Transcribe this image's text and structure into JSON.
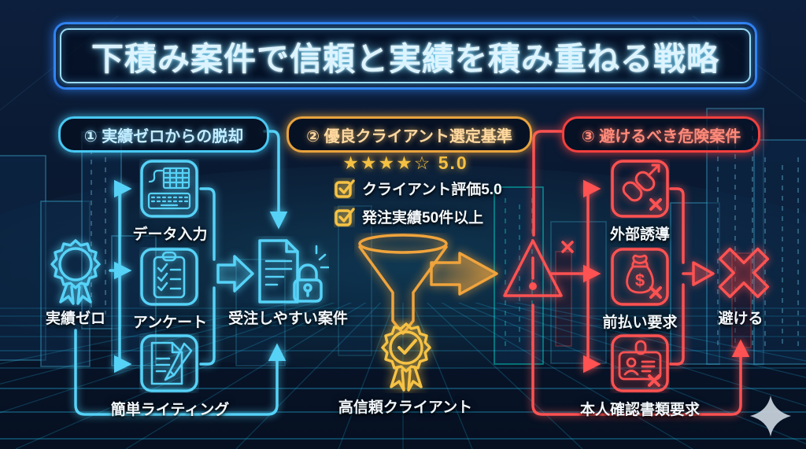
{
  "title": "下積み案件で信頼と実績を積み重ねる戦略",
  "sections": {
    "s1": {
      "label": "① 実績ゼロからの脱却"
    },
    "s2": {
      "label": "② 優良クライアント選定基準"
    },
    "s3": {
      "label": "③ 避けるべき危険案件"
    }
  },
  "left": {
    "start_label": "実績ゼロ",
    "steps": [
      {
        "label": "データ入力"
      },
      {
        "label": "アンケート"
      },
      {
        "label": "簡単ライティング"
      }
    ],
    "result_label": "受注しやすい案件"
  },
  "middle": {
    "stars_filled": "★★★★",
    "star_empty": "☆",
    "rating": "5.0",
    "checks": [
      "クライアント評価5.0",
      "発注実績50件以上"
    ],
    "result_label": "高信頼クライアント"
  },
  "right": {
    "risks": [
      {
        "label": "外部誘導"
      },
      {
        "label": "前払い要求"
      },
      {
        "label": "本人確認書類要求"
      }
    ],
    "money_symbol": "$",
    "result_label": "避ける"
  },
  "icons": {
    "start": "award-ribbon-icon",
    "step1": "keyboard-data-entry-icon",
    "step2": "survey-clipboard-icon",
    "step3": "writing-pencil-icon",
    "left_result": "document-lock-icon",
    "filter": "funnel-icon",
    "middle_result": "verified-ribbon-icon",
    "warning": "warning-triangle-icon",
    "risk1": "external-link-chain-icon",
    "risk2": "money-bag-icon",
    "risk3": "id-card-icon",
    "avoid": "cross-icon",
    "logo": "sparkle-logo"
  },
  "colors": {
    "cyan": "#56d2f7",
    "blue": "#2f7ff0",
    "orange": "#f0a43c",
    "gold": "#f6c244",
    "red": "#ff5252",
    "label_text": "#f2f8fd",
    "background": "#0a1830"
  }
}
